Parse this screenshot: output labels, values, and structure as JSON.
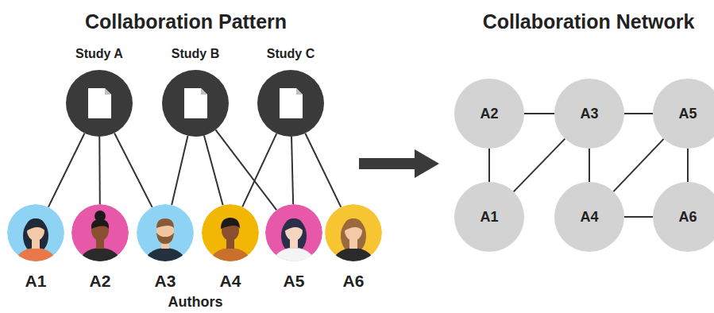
{
  "diagram": {
    "nodes": [
      {
        "text": [
          "Study A"
        ]
      },
      {
        "text": [
          "Study B"
        ]
      },
      {
        "text": [
          "Study C"
        ]
      },
      {
        "text": [
          "A1"
        ]
      },
      {
        "text": [
          "A2"
        ]
      },
      {
        "text": [
          "A3"
        ]
      },
      {
        "text": [
          "A4"
        ]
      },
      {
        "text": [
          "A5"
        ]
      },
      {
        "text": [
          "A6"
        ]
      },
      {
        "text": [
          "A2"
        ]
      },
      {
        "text": [
          "A3"
        ]
      },
      {
        "text": [
          "A5"
        ]
      },
      {
        "text": [
          "A1"
        ]
      },
      {
        "text": [
          "A4"
        ]
      },
      {
        "text": [
          "A6"
        ]
      }
    ],
    "edges": [
      {
        "from": 0,
        "to": 3,
        "arrow": "none"
      },
      {
        "from": 0,
        "to": 4,
        "arrow": "none"
      },
      {
        "from": 0,
        "to": 5,
        "arrow": "none"
      },
      {
        "from": 1,
        "to": 5,
        "arrow": "none"
      },
      {
        "from": 1,
        "to": 6,
        "arrow": "none"
      },
      {
        "from": 1,
        "to": 7,
        "arrow": "none"
      },
      {
        "from": 2,
        "to": 6,
        "arrow": "none"
      },
      {
        "from": 2,
        "to": 7,
        "arrow": "none"
      },
      {
        "from": 2,
        "to": 8,
        "arrow": "none"
      },
      {
        "from": 9,
        "to": 10,
        "arrow": "none"
      },
      {
        "from": 10,
        "to": 11,
        "arrow": "none"
      },
      {
        "from": 9,
        "to": 12,
        "arrow": "none"
      },
      {
        "from": 12,
        "to": 10,
        "arrow": "none"
      },
      {
        "from": 10,
        "to": 13,
        "arrow": "none"
      },
      {
        "from": 13,
        "to": 11,
        "arrow": "none"
      },
      {
        "from": 11,
        "to": 14,
        "arrow": "none"
      },
      {
        "from": 13,
        "to": 14,
        "arrow": "none"
      }
    ],
    "labels": [
      "Collaboration Pattern",
      "Collaboration Network",
      "Authors"
    ]
  }
}
